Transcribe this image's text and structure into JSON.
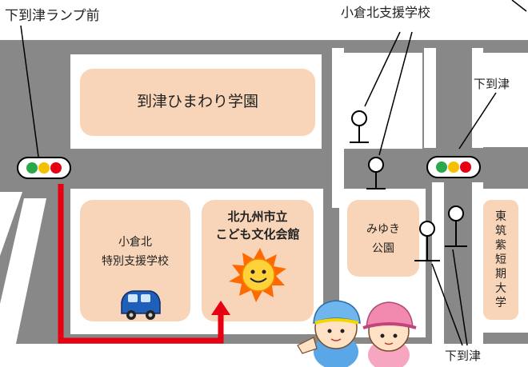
{
  "landmarks": {
    "himawari": "到津ひまわり学園",
    "special_school_line1": "小倉北",
    "special_school_line2": "特別支援学校",
    "bunka_line1": "北九州市立",
    "bunka_line2": "こども文化会館",
    "park_line1": "みゆき",
    "park_line2": "公園",
    "college_vertical": "東筑紫短期大学"
  },
  "stops": {
    "top_left": "下到津ランプ前",
    "top_center": "小倉北支援学校",
    "right": "下到津",
    "bottom_right": "下到津"
  },
  "colors": {
    "road": "#888888",
    "block": "#f8d5b8",
    "route": "#e60012",
    "lane": "#ffffff"
  },
  "icons": {
    "traffic_light": "traffic-light-icon",
    "bus_stop": "bus-stop-icon",
    "car": "car-icon",
    "sun": "sun-icon",
    "kids": "children-icon"
  }
}
